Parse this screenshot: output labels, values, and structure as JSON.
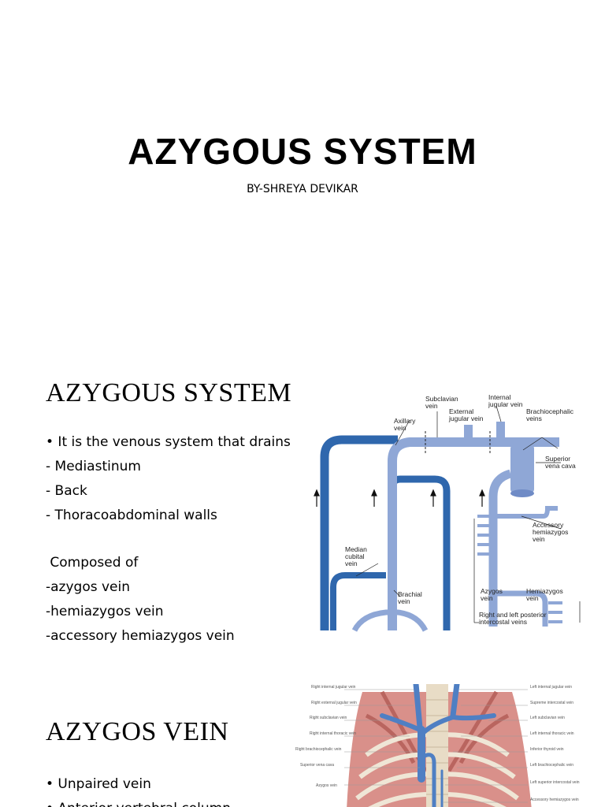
{
  "slide1": {
    "title": "AZYGOUS SYSTEM",
    "subtitle": "BY-SHREYA DEVIKAR"
  },
  "slide2": {
    "title": "AZYGOUS SYSTEM",
    "bullets": [
      "• It is the venous system that drains",
      "-  Mediastinum",
      "-  Back",
      "-  Thoracoabdominal walls"
    ],
    "composed_heading": " Composed of",
    "composed_items": [
      "-azygos vein",
      "-hemiazygos vein",
      "-accessory hemiazygos vein"
    ],
    "diagram_labels": {
      "subclavian_vein": [
        "Subclavian",
        "vein"
      ],
      "internal_jugular_vein": [
        "Internal",
        "jugular vein"
      ],
      "external_jugular_vein": [
        "External",
        "jugular vein"
      ],
      "brachiocephalic_veins": [
        "Brachiocephalic",
        "veins"
      ],
      "axillary_vein": [
        "Axillary",
        "vein"
      ],
      "superior_vena_cava": [
        "Superior",
        "vena cava"
      ],
      "accessory_hemiazygos_vein": [
        "Accessory",
        "hemiazygos",
        "vein"
      ],
      "median_cubital_vein": [
        "Median",
        "cubital",
        "vein"
      ],
      "brachial_vein": [
        "Brachial",
        "vein"
      ],
      "azygos_vein": [
        "Azygos",
        "vein"
      ],
      "hemiazygos_vein": [
        "Hemiazygos",
        "vein"
      ],
      "intercostal_veins": [
        "Right and left posterior",
        "intercostal veins"
      ]
    }
  },
  "slide3": {
    "title": "AZYGOS VEIN",
    "bullets": [
      "• Unpaired vein",
      "• Anterior vertebral column"
    ],
    "left_labels": [
      "Right internal jugular vein",
      "Right external jugular vein",
      "Right subclavian vein",
      "Right internal thoracic vein",
      "Right brachiocephalic vein",
      "Superior vena cava",
      "Azygos vein"
    ],
    "right_labels": [
      "Left internal jugular vein",
      "Supreme intercostal vein",
      "Left subclavian vein",
      "Left internal thoracic vein",
      "Inferior thyroid vein",
      "Left brachiocephalic vein",
      "Left superior intercostal vein",
      "Accessory hemiazygos vein"
    ]
  },
  "colors": {
    "vein_dark": "#2f67ad",
    "vein_light": "#8fa7d6",
    "muscle": "#d9908a",
    "bone": "#efe6d6"
  }
}
